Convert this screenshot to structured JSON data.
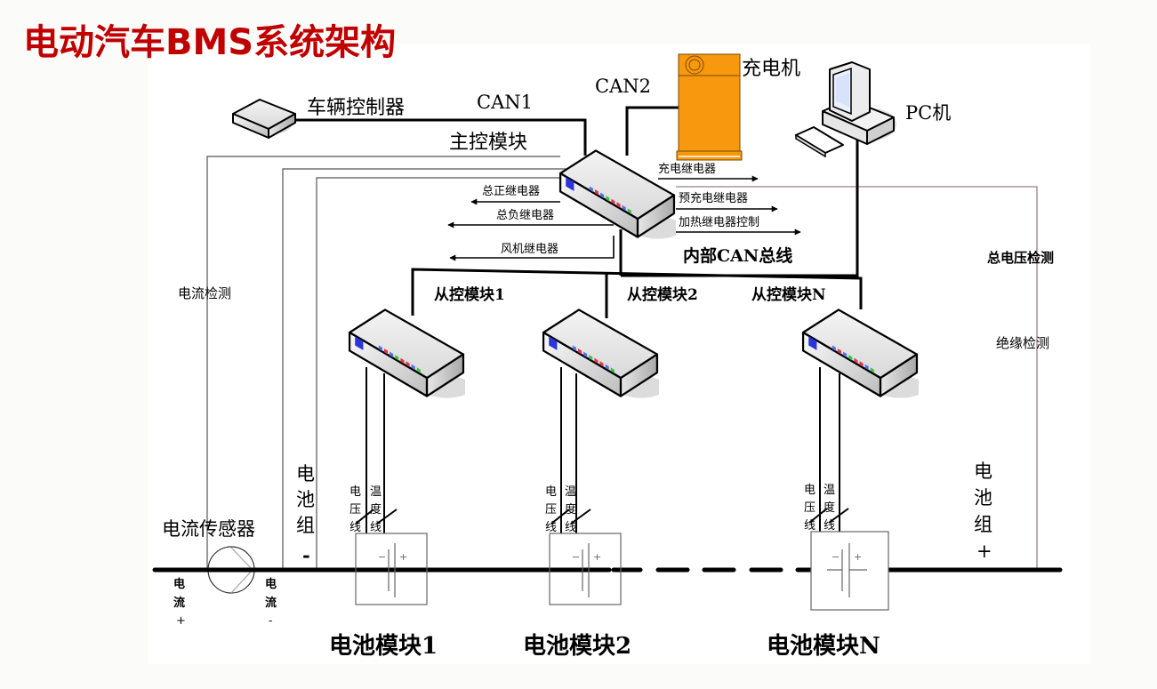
{
  "title": "电动汽车BMS系统架构",
  "components": {
    "vehicle_controller": "车辆控制器",
    "can1": "CAN1",
    "can2": "CAN2",
    "master_module": "主控模块",
    "charger": "充电机",
    "pc": "PC机",
    "internal_can": "内部CAN总线",
    "slave_modules": [
      "从控模块1",
      "从控模块2",
      "从控模块N"
    ],
    "battery_modules": [
      "电池模块1",
      "电池模块2",
      "电池模块N"
    ],
    "current_sensor": "电流传感器"
  },
  "relays_left": [
    "总正继电器",
    "总负继电器",
    "风机继电器"
  ],
  "relays_right": [
    "充电继电器",
    "预充电继电器",
    "加热继电器控制"
  ],
  "detections": {
    "current": "电流检测",
    "total_voltage": "总电压检测",
    "insulation": "绝缘检测"
  },
  "pack_negative": [
    "电",
    "池",
    "组",
    "-"
  ],
  "pack_positive": [
    "电",
    "池",
    "组",
    "+"
  ],
  "current_plus": [
    "电",
    "流",
    "+"
  ],
  "current_minus": [
    "电",
    "流",
    "-"
  ],
  "voltage_line": [
    "电",
    "压",
    "线"
  ],
  "temp_line": [
    "温",
    "度",
    "线"
  ],
  "cell_minus": "−",
  "cell_plus": "+",
  "colors": {
    "title": "#c00000",
    "charger": "#f7980f",
    "line": "#000000",
    "sense_line": "#9b7f86"
  }
}
